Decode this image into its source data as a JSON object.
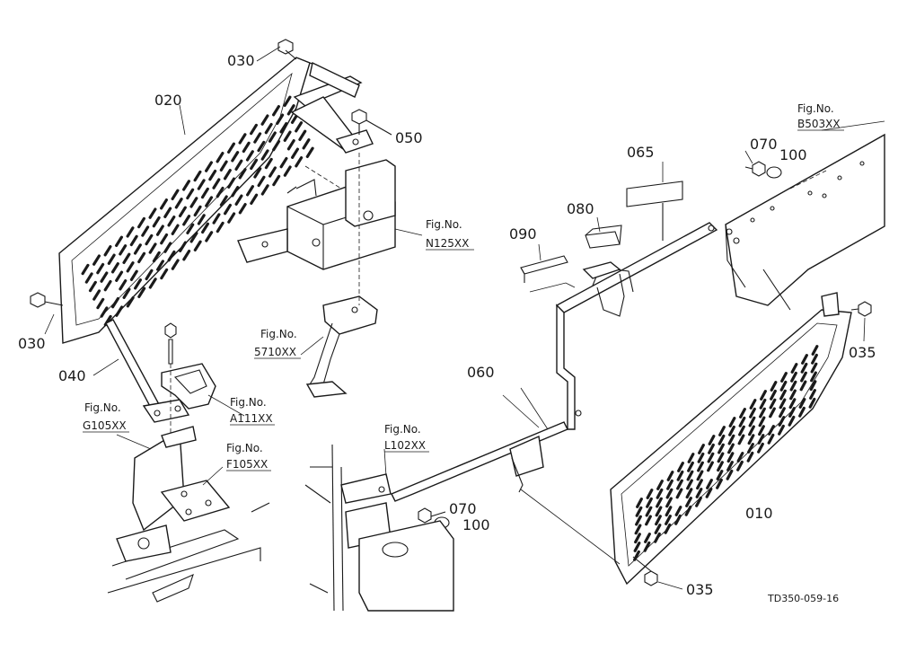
{
  "parts": {
    "p030_top": "030",
    "p030_left": "030",
    "p020": "020",
    "p040": "040",
    "p050": "050",
    "p060": "060",
    "p065": "065",
    "p080": "080",
    "p090": "090",
    "p070_top": "070",
    "p100_top": "100",
    "p070_bottom": "070",
    "p100_bottom": "100",
    "p035_right": "035",
    "p035_bottom": "035",
    "p010": "010"
  },
  "figs": {
    "prefix": "Fig.No.",
    "n125": "N125XX",
    "s5710": "5710XX",
    "a111": "A111XX",
    "g105": "G105XX",
    "f105": "F105XX",
    "l102": "L102XX",
    "b503": "B503XX"
  },
  "drawing_code": "TD350-059-16"
}
